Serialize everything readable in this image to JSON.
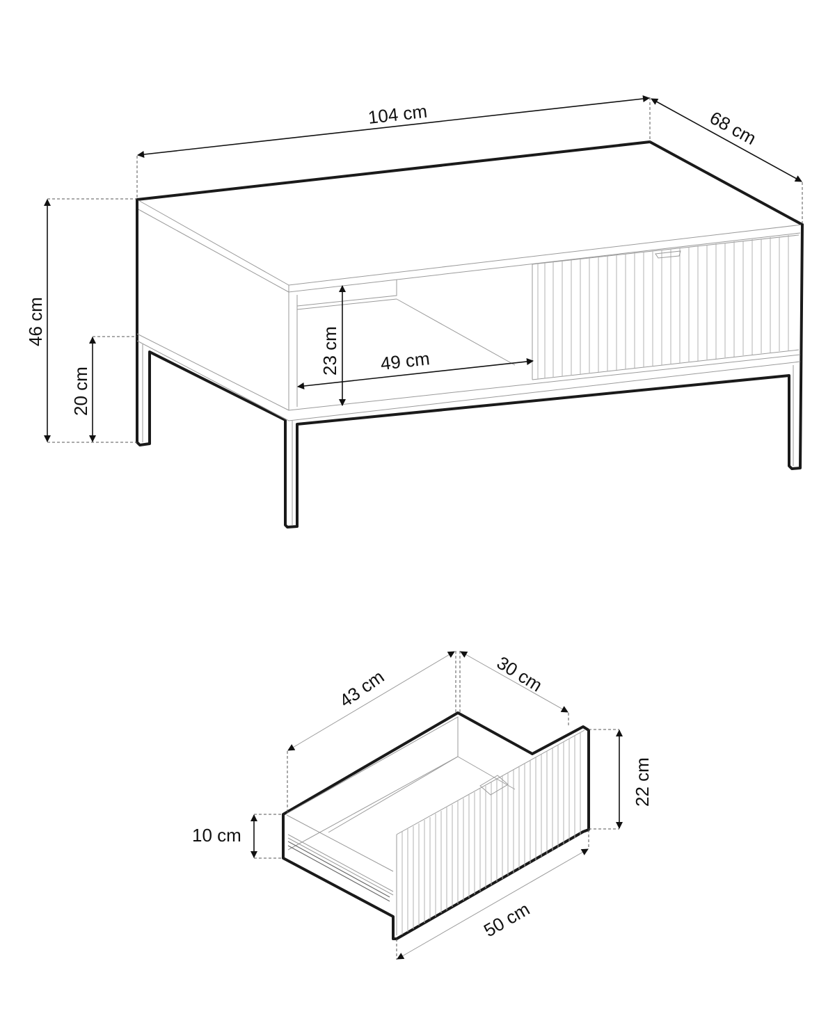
{
  "table": {
    "width_label": "104 cm",
    "depth_label": "68 cm",
    "height_label": "46 cm",
    "leg_height_label": "20 cm",
    "compartment_height_label": "23 cm",
    "compartment_width_label": "49 cm"
  },
  "drawer": {
    "side_length_label": "43 cm",
    "back_width_label": "30 cm",
    "front_height_label": "22 cm",
    "side_height_label": "10 cm",
    "front_width_label": "50 cm"
  },
  "colors": {
    "outline": "#1a1a1a",
    "detail": "#9a9a9a",
    "background": "#ffffff"
  }
}
